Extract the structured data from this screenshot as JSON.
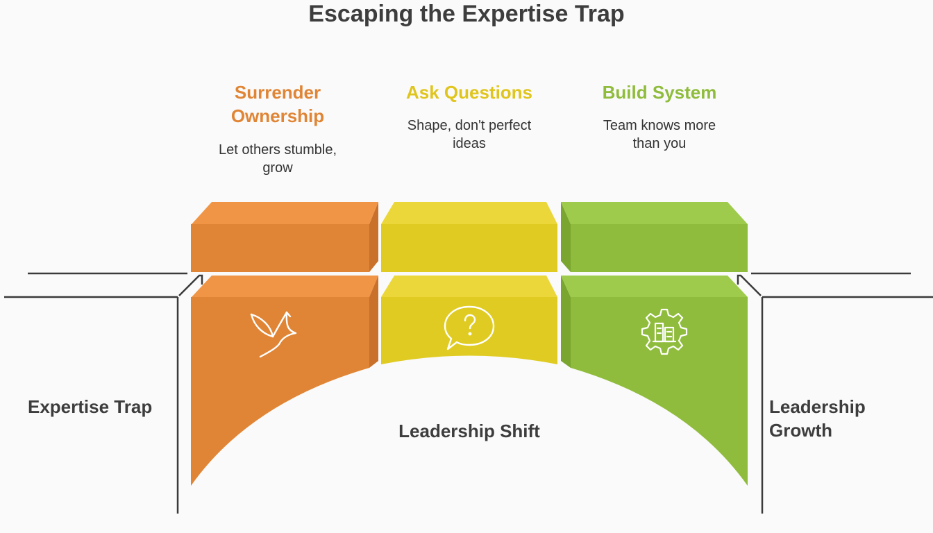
{
  "title": "Escaping the Expertise Trap",
  "steps": [
    {
      "title_line1": "Surrender",
      "title_line2": "Ownership",
      "desc_line1": "Let others stumble,",
      "desc_line2": "grow",
      "color": "#e08535",
      "icon": "bird-icon"
    },
    {
      "title_line1": "Ask Questions",
      "desc_line1": "Shape, don't perfect",
      "desc_line2": "ideas",
      "color": "#e0cb22",
      "icon": "question-bubble-icon"
    },
    {
      "title_line1": "Build System",
      "desc_line1": "Team knows more",
      "desc_line2": "than you",
      "color": "#8fbc3c",
      "icon": "gear-building-icon"
    }
  ],
  "left_label": "Expertise Trap",
  "center_label": "Leadership Shift",
  "right_label_line1": "Leadership",
  "right_label_line2": "Growth",
  "colors": {
    "title_text": "#3d3d3d",
    "orange": "#e08535",
    "yellow": "#e0cb22",
    "green": "#8fbc3c",
    "outline": "#3a3a3a"
  }
}
